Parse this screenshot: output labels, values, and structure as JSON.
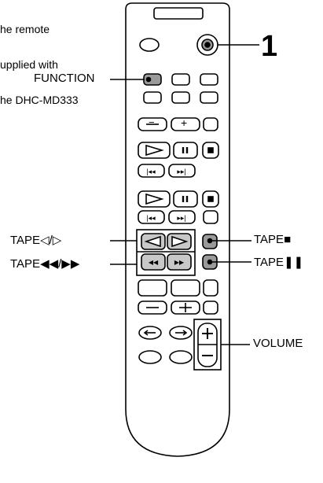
{
  "note": {
    "line1": "he remote",
    "line2": "upplied with",
    "line3": "he DHC-MD333"
  },
  "step_number": "1",
  "labels": {
    "function": "FUNCTION",
    "tape_play": "TAPE◁/▷",
    "tape_ff_rew": "TAPE◀◀/▶▶",
    "tape_stop": "TAPE■",
    "tape_pause": "TAPE❚❚",
    "volume": "VOLUME"
  },
  "buttons": {
    "minus": "−",
    "plus": "+"
  }
}
